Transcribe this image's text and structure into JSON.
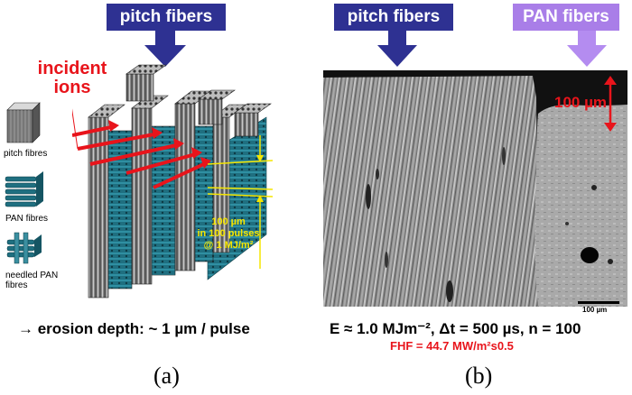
{
  "panel_a": {
    "header_label": "pitch fibers",
    "incident_label_1": "incident",
    "incident_label_2": "ions",
    "legend": [
      {
        "label": "pitch fibres"
      },
      {
        "label": "PAN fibres"
      },
      {
        "label": "needled PAN fibres"
      }
    ],
    "scale_label_1": "100 µm",
    "scale_label_2": "in 100 pulses",
    "scale_label_3": "@ 1 MJ/m²",
    "erosion_text": "→  erosion depth: ~ 1 µm / pulse",
    "caption": "(a)"
  },
  "panel_b": {
    "header_pitch": "pitch fibers",
    "header_pan": "PAN fibers",
    "depth_label": "100 µm",
    "scalebar_label": "100 µm",
    "params_text": "E ≈ 1.0 MJm⁻², Δt = 500 µs, n = 100",
    "fhf_text": "FHF = 44.7 MW/m²s0.5",
    "caption": "(b)"
  },
  "colors": {
    "header_blue": "#2e3192",
    "arrow_blue": "#2e3192",
    "pan_purple": "#a97ee8",
    "pan_arrow": "#b48cf0",
    "red": "#e8141b",
    "pan_teal": "#1f6f80",
    "yellow": "#f5e600"
  }
}
